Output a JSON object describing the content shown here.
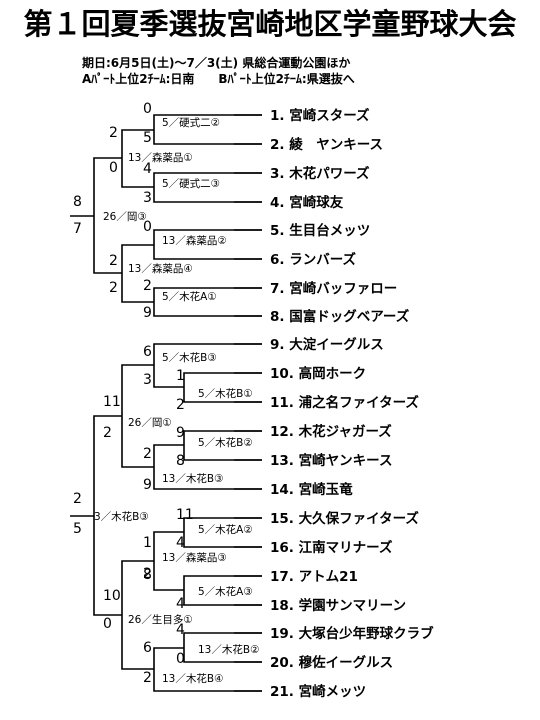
{
  "title": "第１回夏季選抜宮崎地区学童野球大会",
  "info": {
    "line1": "期日:6月5日(土)～7／3(土) 県総合運動公園ほか",
    "line2": "Aﾊﾟｰﾄ上位2ﾁｰﾑ:日南　　Bﾊﾟｰﾄ上位2ﾁｰﾑ:県選抜へ"
  },
  "teams": [
    "1. 宮崎スターズ",
    "2. 綾　ヤンキース",
    "3. 木花パワーズ",
    "4. 宮崎球友",
    "5. 生目台メッツ",
    "6. ランバーズ",
    "7. 宮崎バッファロー",
    "8. 国富ドッグベアーズ",
    "9. 大淀イーグルス",
    "10. 高岡ホーク",
    "11. 浦之名ファイターズ",
    "12. 木花ジャガーズ",
    "13. 宮崎ヤンキース",
    "14. 宮崎玉竜",
    "15. 大久保ファイターズ",
    "16. 江南マリナーズ",
    "17. アトム21",
    "18. 学園サンマリーン",
    "19. 大塚台少年野球クラブ",
    "20. 穆佐イーグルス",
    "21. 宮崎メッツ"
  ],
  "scores": [
    "0",
    "5",
    "0",
    "4",
    "3",
    "2",
    "0",
    "2",
    "2",
    "2",
    "9",
    "8",
    "7",
    "6",
    "1",
    "2",
    "3",
    "9",
    "8",
    "2",
    "9",
    "11",
    "2",
    "11",
    "4",
    "2",
    "8",
    "4",
    "1",
    "4",
    "0",
    "6",
    "2",
    "10",
    "0",
    "2",
    "5"
  ],
  "annotations": [
    "5／硬式二②",
    "13／森薬品①",
    "5／硬式二③",
    "26／岡③",
    "13／森薬品②",
    "13／森薬品④",
    "5／木花A①",
    "5／木花B③",
    "5／木花B①",
    "26／岡①",
    "5／木花B②",
    "13／木花B③",
    "3／木花B③",
    "5／木花A②",
    "13／森薬品③",
    "5／木花A③",
    "26／生目多①",
    "13／木花B②",
    "13／木花B④"
  ]
}
